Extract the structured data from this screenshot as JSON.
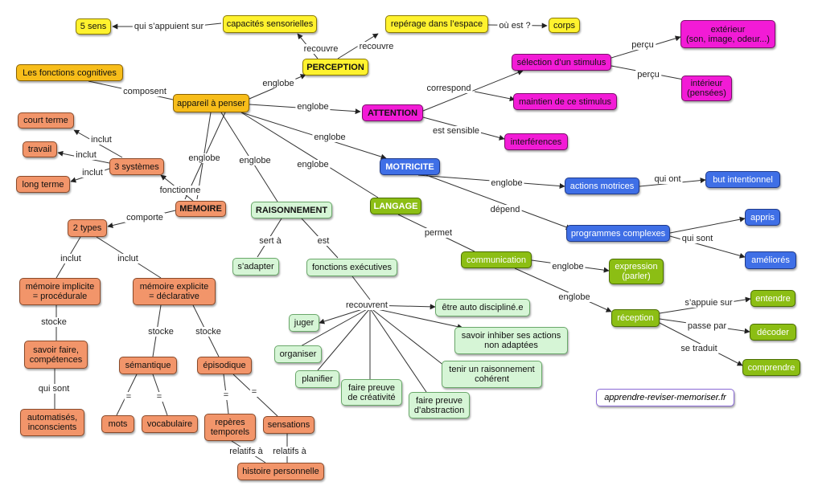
{
  "nodes": {
    "cinq_sens": "5 sens",
    "capacites": "capacités sensorielles",
    "reperage": "repérage dans l’espace",
    "corps": "corps",
    "exterieur": "extérieur\n(son, image, odeur...)",
    "fonctions": "Les fonctions cognitives",
    "perception": "PERCEPTION",
    "selection": "sélection d’un stimulus",
    "appareil": "appareil à penser",
    "interieur": "intérieur\n(pensées)",
    "maintien": "maintien de ce stimulus",
    "attention": "ATTENTION",
    "court_terme": "court terme",
    "interferences": "interférences",
    "travail": "travail",
    "trois_systemes": "3 systèmes",
    "motricite": "MOTRICITE",
    "but": "but intentionnel",
    "long_terme": "long terme",
    "actions": "actions motrices",
    "memoire": "MEMOIRE",
    "raisonnement": "RAISONNEMENT",
    "langage": "LANGAGE",
    "appris": "appris",
    "deux_types": "2 types",
    "programmes": "programmes complexes",
    "adapter": "s’adapter",
    "executives": "fonctions exécutives",
    "communication": "communication",
    "ameliores": "améliorés",
    "implicite": "mémoire implicite\n= procédurale",
    "explicite": "mémoire explicite\n= déclarative",
    "expression": "expression\n(parler)",
    "entendre": "entendre",
    "discipline": "être auto discipliné.e",
    "juger": "juger",
    "reception": "réception",
    "savoir_faire": "savoir faire,\ncompétences",
    "inhiber": "savoir inhiber ses actions\nnon adaptées",
    "decoder": "décoder",
    "organiser": "organiser",
    "semantique": "sémantique",
    "episodique": "épisodique",
    "tenir": "tenir un raisonnement\ncohérent",
    "comprendre": "comprendre",
    "planifier": "planifier",
    "creativite": "faire preuve\nde créativité",
    "abstraction": "faire preuve\nd’abstraction",
    "automatises": "automatisés,\ninconscients",
    "mots": "mots",
    "vocabulaire": "vocabulaire",
    "reperes": "repères\ntemporels",
    "sensations": "sensations",
    "histoire": "histoire personnelle"
  },
  "labels": {
    "qui_appuient": "qui s’appuient sur",
    "recouvre_1": "recouvre",
    "recouvre_2": "recouvre",
    "ou_est": "où est ?",
    "percu_1": "perçu",
    "percu_2": "perçu",
    "composent": "composent",
    "englobe_perception": "englobe",
    "correspond": "correspond",
    "englobe_attention": "englobe",
    "est_sensible": "est sensible",
    "inclut_court": "inclut",
    "inclut_travail": "inclut",
    "inclut_long": "inclut",
    "englobe_motricite": "englobe",
    "englobe_memoire": "englobe",
    "englobe_raisonnement": "englobe",
    "englobe_langage": "englobe",
    "englobe_actions": "englobe",
    "qui_ont": "qui ont",
    "fonctionne": "fonctionne",
    "comporte": "comporte",
    "depend": "dépend",
    "qui_sont_prog": "qui sont",
    "sert_a": "sert à",
    "est": "est",
    "permet": "permet",
    "inclut_impl": "inclut",
    "inclut_expl": "inclut",
    "englobe_expression": "englobe",
    "recouvrent": "recouvrent",
    "englobe_reception": "englobe",
    "appuie_sur": "s’appuie sur",
    "stocke_impl": "stocke",
    "stocke_sem": "stocke",
    "stocke_epi": "stocke",
    "passe_par": "passe par",
    "se_traduit": "se traduit",
    "qui_sont_sf": "qui sont",
    "eq_mots": "=",
    "eq_vocab": "=",
    "eq_reperes": "=",
    "eq_sensations": "=",
    "relatifs_1": "relatifs à",
    "relatifs_2": "relatifs à"
  },
  "credit": "apprendre-reviser-memoriser.fr",
  "colors": {
    "yellow": "#fff22e",
    "gold": "#f7bd1a",
    "magenta": "#f21bd6",
    "blue": "#3f6fe6",
    "light_green": "#d6f5d6",
    "green": "#8cbe14",
    "orange": "#f2956a",
    "link": "#333333"
  }
}
